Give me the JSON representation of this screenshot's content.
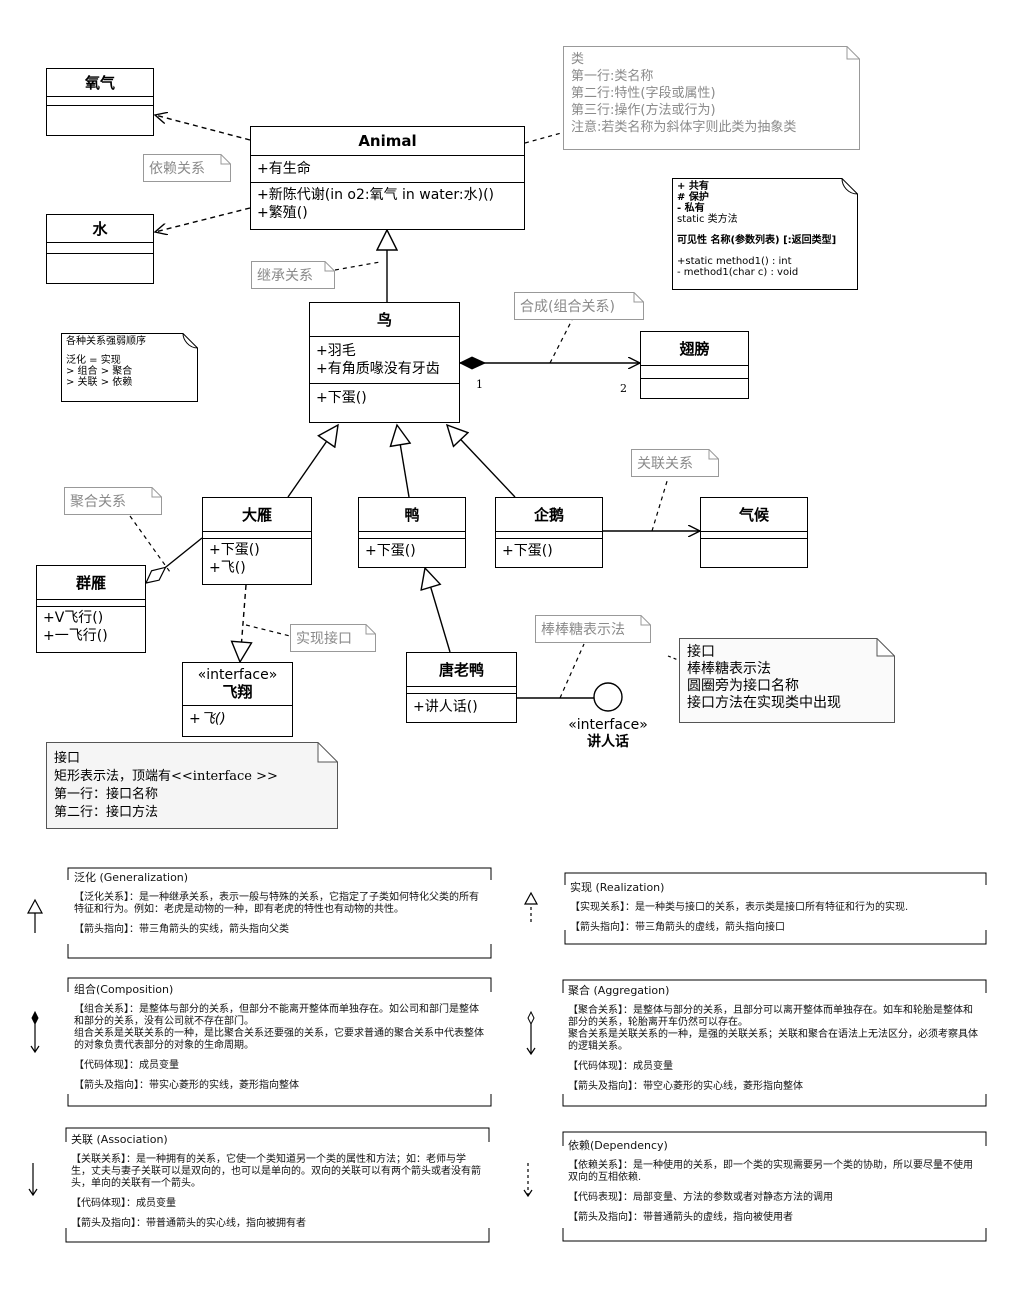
{
  "classes": {
    "oxygen": {
      "name": "氧气"
    },
    "water": {
      "name": "水"
    },
    "animal": {
      "name": "Animal",
      "attr": "+有生命",
      "op1": "+新陈代谢(in o2:氧气 in water:水)()",
      "op2": "+繁殖()"
    },
    "bird": {
      "name": "鸟",
      "attr1": "+羽毛",
      "attr2": "+有角质喙没有牙齿",
      "op1": "+下蛋()"
    },
    "wing": {
      "name": "翅膀"
    },
    "goose": {
      "name": "大雁",
      "op1": "+下蛋()",
      "op2": "+飞()"
    },
    "duck": {
      "name": "鸭",
      "op1": "+下蛋()"
    },
    "penguin": {
      "name": "企鹅",
      "op1": "+下蛋()"
    },
    "climate": {
      "name": "气候"
    },
    "flock": {
      "name": "群雁",
      "op1": "+V飞行()",
      "op2": "+一飞行()"
    },
    "fly_iface": {
      "stereo": "«interface»",
      "name": "飞翔",
      "op1": "+飞()"
    },
    "tang_duck": {
      "name": "唐老鸭",
      "op1": "+讲人话()"
    },
    "speak_iface": {
      "stereo": "«interface»",
      "name": "讲人话"
    }
  },
  "labels": {
    "dependency": "依赖关系",
    "inheritance": "继承关系",
    "composition": "合成(组合关系)",
    "association": "关联关系",
    "aggregation": "聚合关系",
    "realization": "实现接口",
    "lollipop": "棒棒糖表示法",
    "mult_1": "1",
    "mult_2": "2"
  },
  "notes": {
    "class_note": [
      "类",
      "第一行:类名称",
      "第二行:特性(字段或属性)",
      "第三行:操作(方法或行为)",
      "注意:若类名称为斜体字则此类为抽象类"
    ],
    "visibility_note": [
      "+ 共有",
      "# 保护",
      "- 私有",
      "static 类方法",
      "可见性 名称(参数列表) [:返回类型]",
      "+static method1()    : int",
      "- method1(char c)    : void"
    ],
    "strength_note": [
      "各种关系强弱顺序",
      "泛化 = 实现",
      "> 组合 > 聚合",
      "> 关联 > 依赖"
    ],
    "lollipop_note": [
      "接口",
      "棒棒糖表示法",
      "圆圈旁为接口名称",
      "接口方法在实现类中出现"
    ],
    "interface_note": [
      "接口",
      "矩形表示法，顶端有<<interface >>",
      "第一行：接口名称",
      "第二行：接口方法"
    ]
  },
  "legend": {
    "generalization": {
      "title": "泛化 (Generalization)",
      "p1": "【泛化关系】：是一种继承关系，表示一般与特殊的关系，它指定了子类如何特化父类的所有特征和行为。例如：老虎是动物的一种，即有老虎的特性也有动物的共性。",
      "p2": "【箭头指向】：带三角箭头的实线，箭头指向父类"
    },
    "realization": {
      "title": "实现 (Realization)",
      "p1": "【实现关系】：是一种类与接口的关系，表示类是接口所有特征和行为的实现.",
      "p2": "【箭头指向】：带三角箭头的虚线，箭头指向接口"
    },
    "composition": {
      "title": "组合(Composition)",
      "p1": "【组合关系】：是整体与部分的关系，但部分不能离开整体而单独存在。如公司和部门是整体和部分的关系，没有公司就不存在部门。",
      "p1b": "组合关系是关联关系的一种，是比聚合关系还要强的关系，它要求普通的聚合关系中代表整体的对象负责代表部分的对象的生命周期。",
      "p2": "【代码体现】：成员变量",
      "p3": "【箭头及指向】：带实心菱形的实线，菱形指向整体"
    },
    "aggregation": {
      "title": "聚合 (Aggregation)",
      "p1": "【聚合关系】：是整体与部分的关系，且部分可以离开整体而单独存在。如车和轮胎是整体和部分的关系，轮胎离开车仍然可以存在。",
      "p1b": "聚合关系是关联关系的一种，是强的关联关系；关联和聚合在语法上无法区分，必须考察具体的逻辑关系。",
      "p2": "【代码体现】：成员变量",
      "p3": "【箭头及指向】：带空心菱形的实心线，菱形指向整体"
    },
    "association": {
      "title": "关联 (Association)",
      "p1": "【关联关系】：是一种拥有的关系，它使一个类知道另一个类的属性和方法；如：老师与学生，丈夫与妻子关联可以是双向的，也可以是单向的。双向的关联可以有两个箭头或者没有箭头，单向的关联有一个箭头。",
      "p2": "【代码体现】：成员变量",
      "p3": "【箭头及指向】：带普通箭头的实心线，指向被拥有者"
    },
    "dependency": {
      "title": "依赖(Dependency)",
      "p1": "【依赖关系】：是一种使用的关系，即一个类的实现需要另一个类的协助，所以要尽量不使用双向的互相依赖.",
      "p2": "【代码表现】：局部变量、方法的参数或者对静态方法的调用",
      "p3": "【箭头及指向】：带普通箭头的虚线，指向被使用者"
    }
  }
}
